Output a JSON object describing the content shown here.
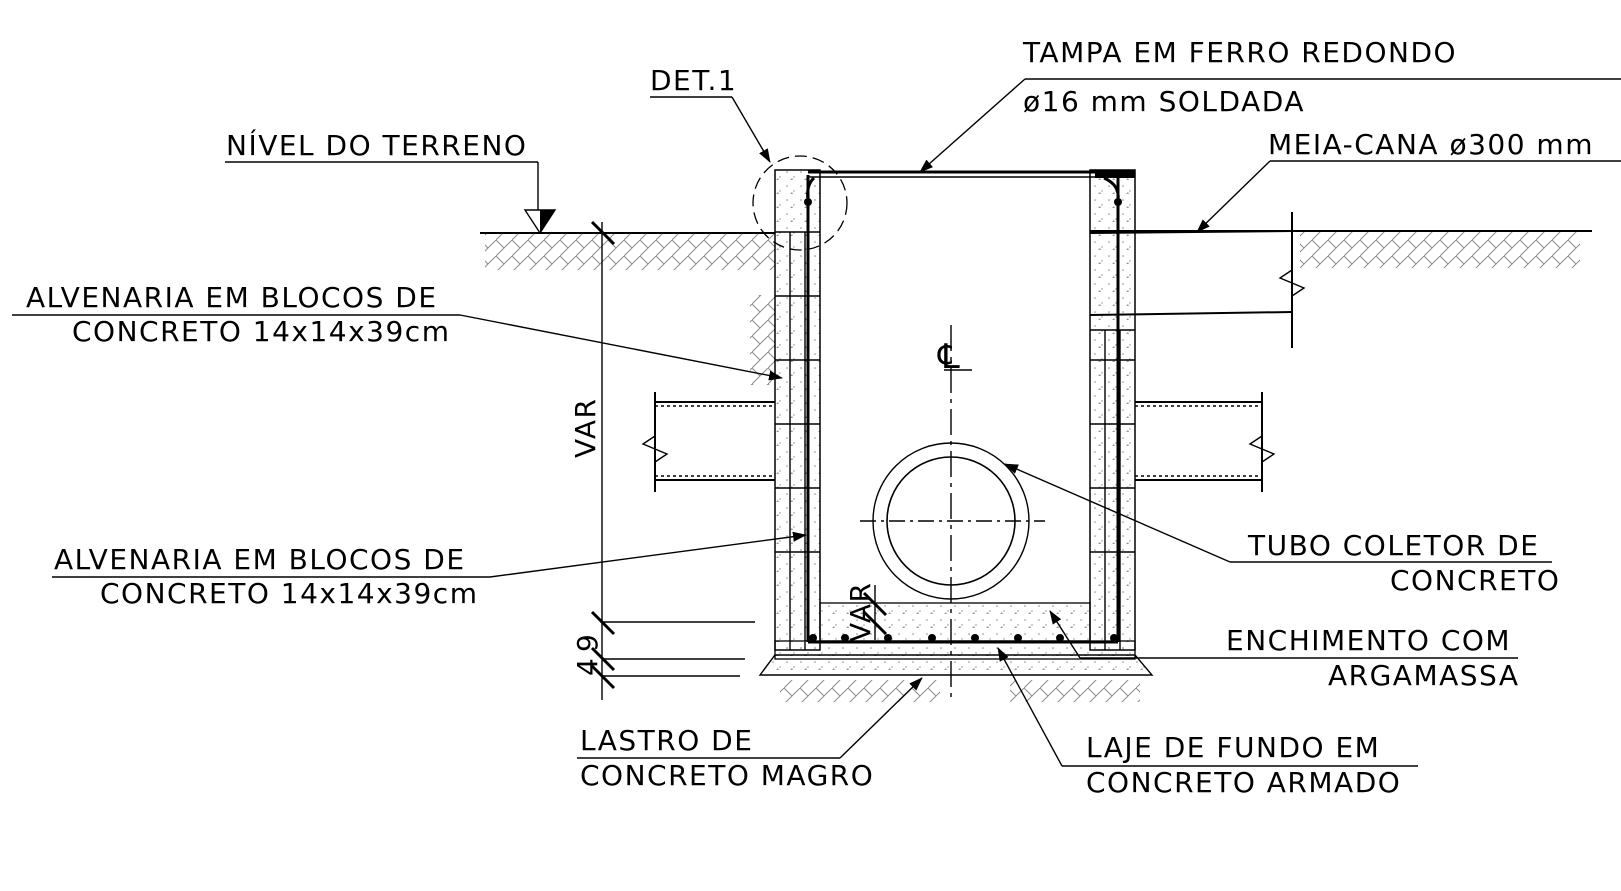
{
  "labels": {
    "tampa_line1": "TAMPA EM FERRO REDONDO",
    "tampa_line2": "ø16 mm SOLDADA",
    "det": "DET.1",
    "nivel": "NÍVEL DO TERRENO",
    "meia_cana": "MEIA-CANA ø300 mm",
    "alv1_line1": "ALVENARIA EM BLOCOS DE",
    "alv1_line2": "CONCRETO 14x14x39cm",
    "alv2_line1": "ALVENARIA EM BLOCOS DE",
    "alv2_line2": "CONCRETO 14x14x39cm",
    "var_main": "VAR",
    "var_inner": "VAR",
    "dim_4": "4",
    "dim_9": "9",
    "tubo_line1": "TUBO COLETOR DE",
    "tubo_line2": "CONCRETO",
    "ench_line1": "ENCHIMENTO COM",
    "ench_line2": "ARGAMASSA",
    "lastro_line1": "LASTRO DE",
    "lastro_line2": "CONCRETO MAGRO",
    "laje_line1": "LAJE DE FUNDO EM",
    "laje_line2": "CONCRETO ARMADO",
    "centerline": "℄"
  }
}
